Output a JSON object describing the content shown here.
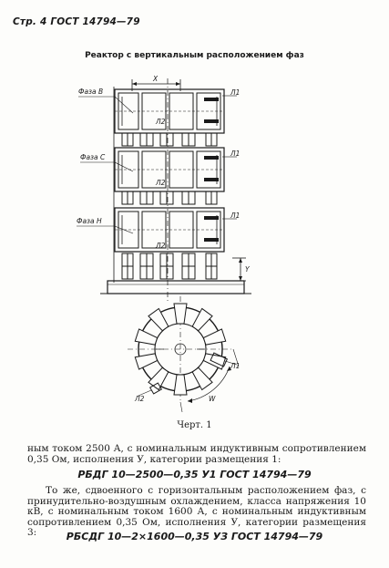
{
  "header": {
    "page_ref": "Стр. 4 ГОСТ 14794—79"
  },
  "figure": {
    "title": "Реактор с вертикальным расположением фаз",
    "phase_labels": [
      "Фаза В",
      "Фаза С",
      "Фаза Н"
    ],
    "dimension_x": "X",
    "dimension_y": "Y",
    "dimension_w": "W",
    "leads": {
      "l1": "Л1",
      "l2": "Л2"
    },
    "caption": "Черт. 1"
  },
  "text": {
    "para1": "ным током 2500 А, с номинальным индуктивным сопротивлением 0,35 Ом, исполнения У, категории размещения 1:",
    "formula1": "РБДГ 10—2500—0,35 У1 ГОСТ 14794—79",
    "para2": "То же, сдвоенного с горизонтальным расположением фаз, с принудительно-воздушным охлаждением, класса напряжения 10 кВ, с номинальным током 1600 А, с номинальным индуктивным сопротивлением 0,35 Ом, исполнения У, категории размещения 3:",
    "formula2": "РБСДГ 10—2×1600—0,35 УЗ ГОСТ 14794—79"
  }
}
